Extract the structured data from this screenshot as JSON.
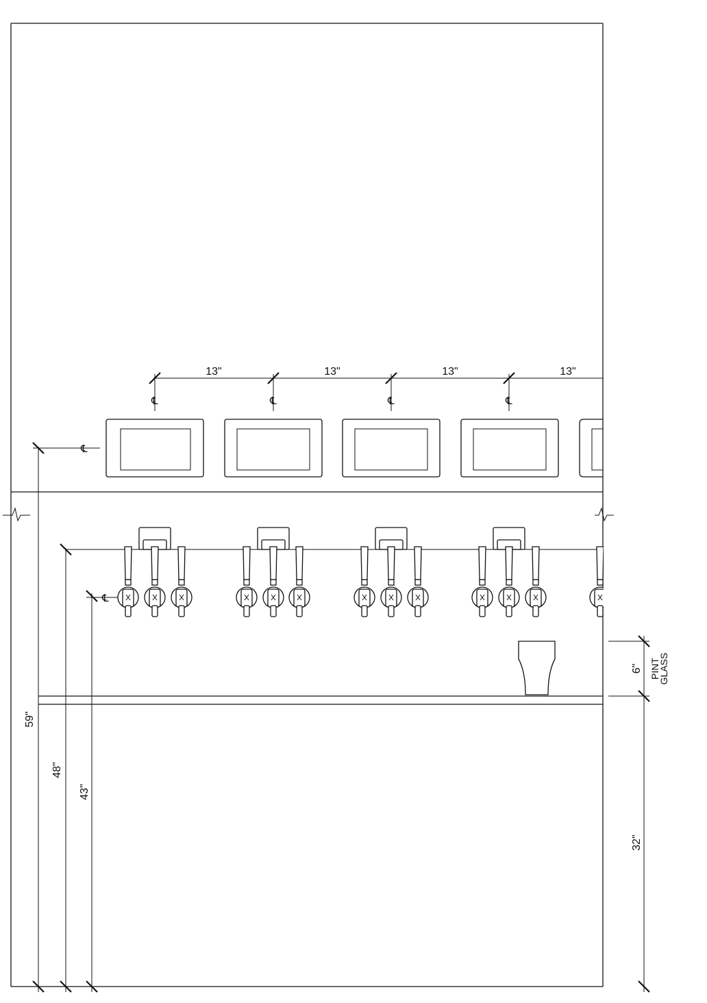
{
  "dimensions": {
    "spacing": [
      "13\"",
      "13\"",
      "13\"",
      "13\""
    ],
    "monitor_height": "59\"",
    "tap_handle_top": "48\"",
    "faucet_center": "43\"",
    "counter_height": "32\"",
    "pint_glass_height": "6\"",
    "pint_glass_label_line1": "PINT",
    "pint_glass_label_line2": "GLASS"
  }
}
